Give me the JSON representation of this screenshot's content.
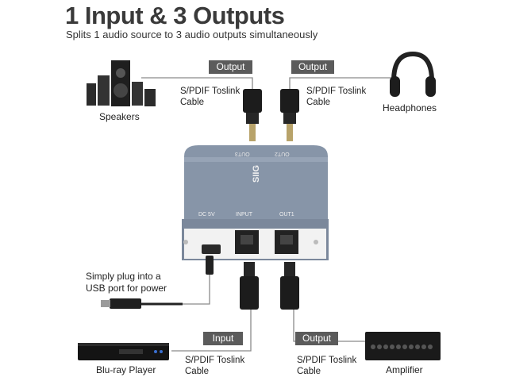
{
  "header": {
    "title": "1 Input & 3 Outputs",
    "subtitle": "Splits 1 audio source to 3 audio outputs simultaneously"
  },
  "tags": {
    "output_left": "Output",
    "output_right": "Output",
    "input": "Input",
    "output_bottom": "Output"
  },
  "cables": {
    "top_left_line1": "S/PDIF Toslink",
    "top_left_line2": "Cable",
    "top_right_line1": "S/PDIF Toslink",
    "top_right_line2": "Cable",
    "bottom_left_line1": "S/PDIF Toslink",
    "bottom_left_line2": "Cable",
    "bottom_right_line1": "S/PDIF Toslink",
    "bottom_right_line2": "Cable"
  },
  "devices": {
    "speakers": "Speakers",
    "headphones": "Headphones",
    "bluray": "Blu-ray Player",
    "amplifier": "Amplifier"
  },
  "power": {
    "line1": "Simply plug into a",
    "line2": "USB port for power"
  },
  "box_labels": {
    "brand": "SIIG",
    "out3": "OUT3",
    "out2": "OUT2",
    "dc": "DC 5V",
    "input": "INPUT",
    "out1": "OUT1"
  },
  "colors": {
    "tag_bg": "#5b5b5b",
    "box_body": "#8795a8",
    "connector_black": "#1c1c1c",
    "connector_gold": "#b8a36a"
  }
}
